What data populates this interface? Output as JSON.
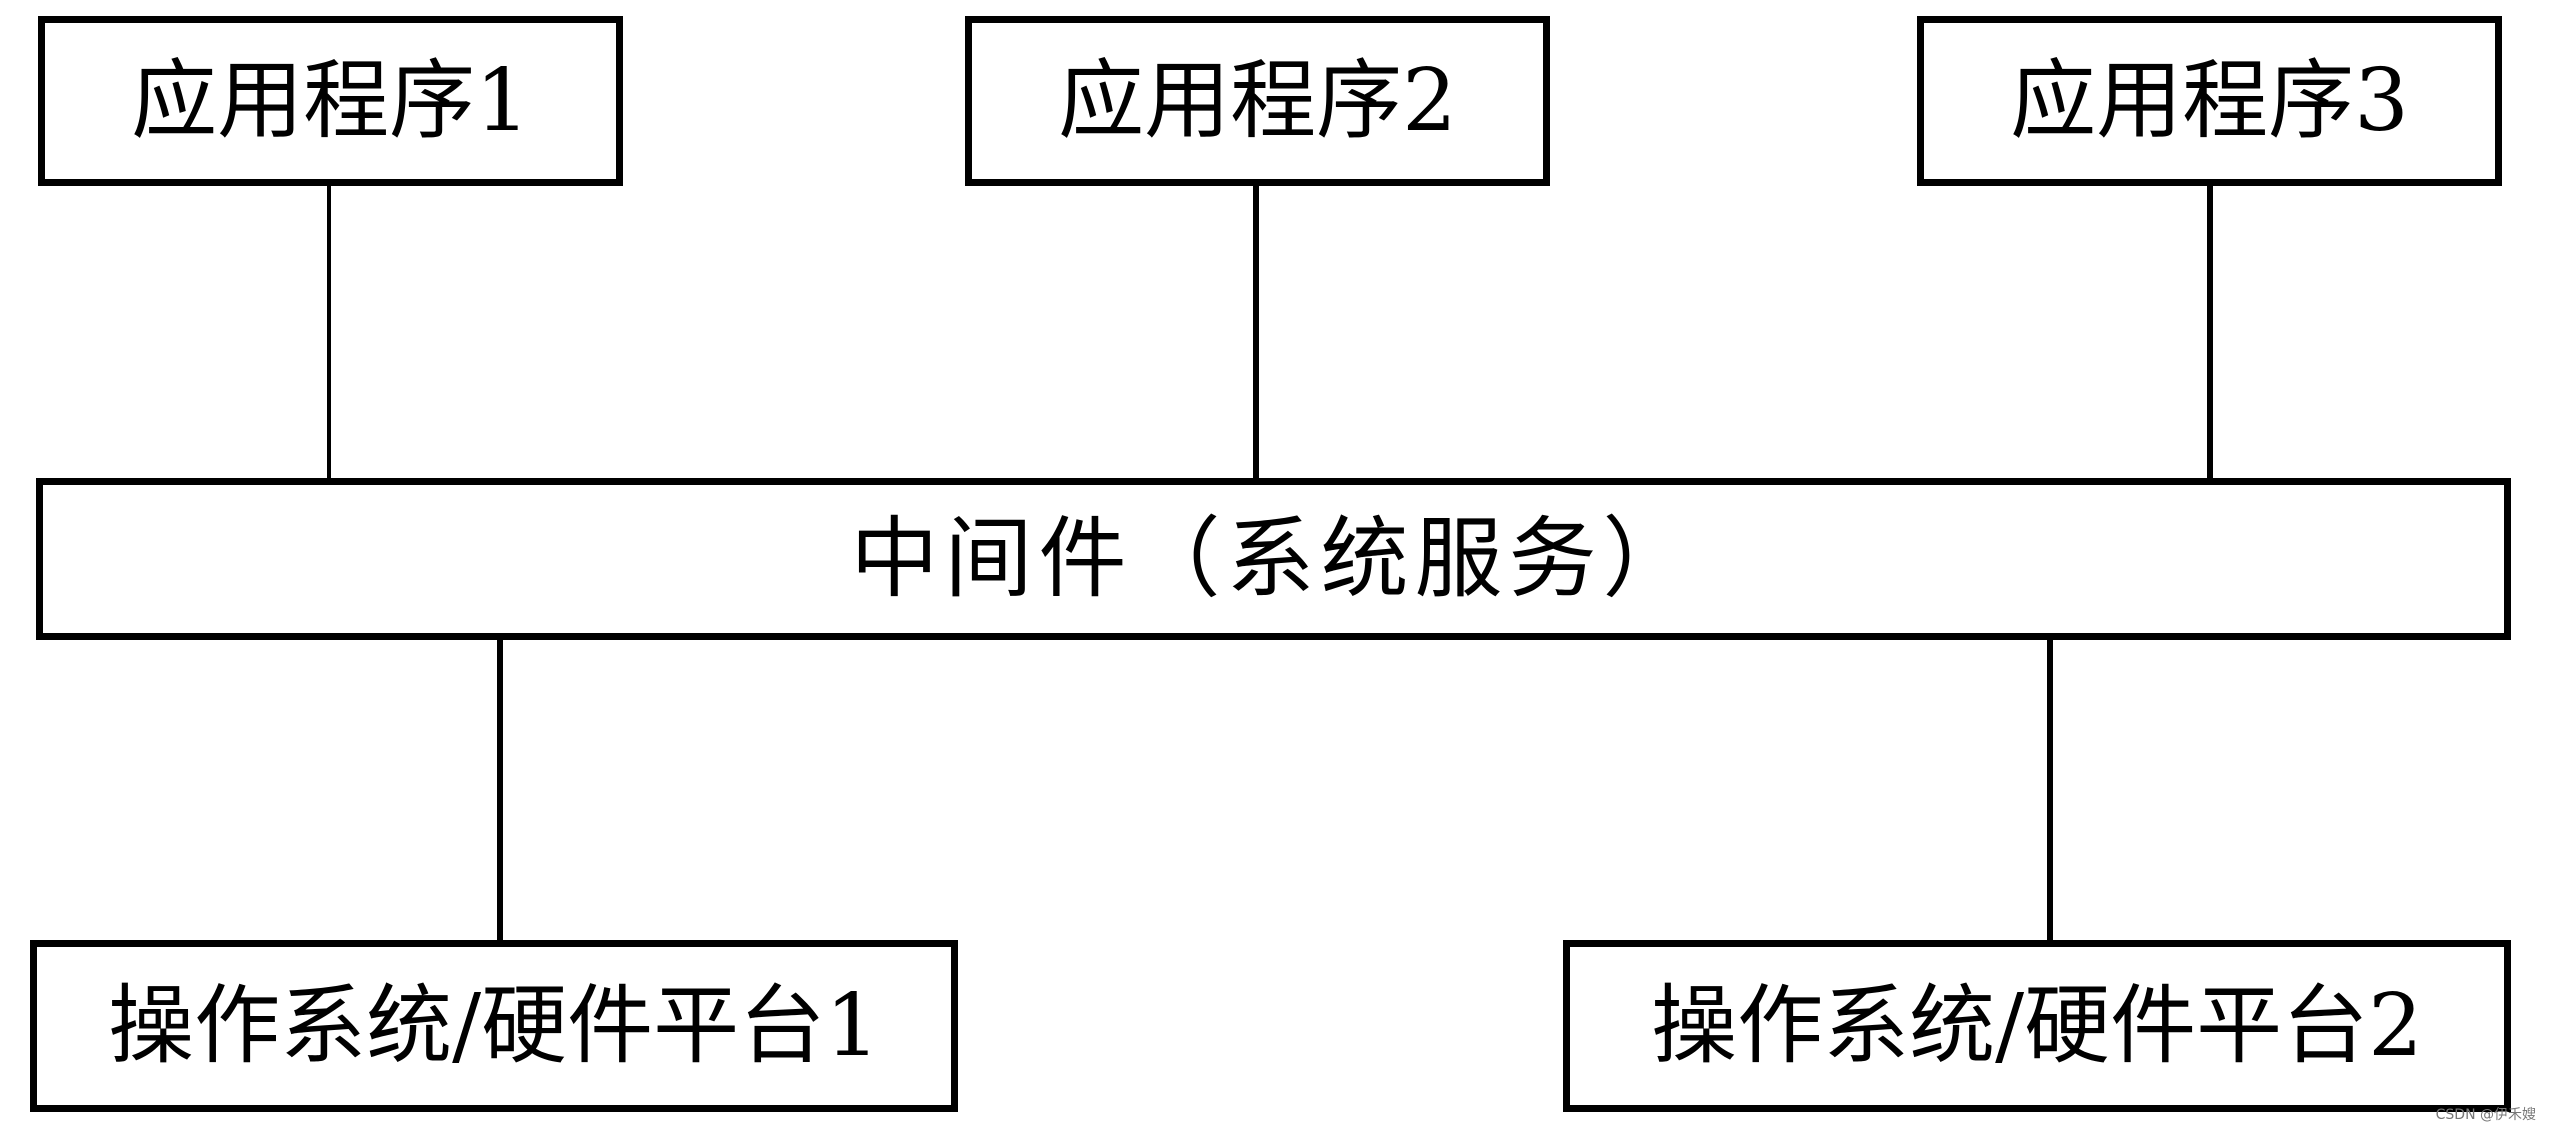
{
  "diagram": {
    "apps": [
      {
        "label": "应用程序1"
      },
      {
        "label": "应用程序2"
      },
      {
        "label": "应用程序3"
      }
    ],
    "middleware": {
      "label": "中间件（系统服务）"
    },
    "platforms": [
      {
        "label": "操作系统/硬件平台1"
      },
      {
        "label": "操作系统/硬件平台2"
      }
    ]
  },
  "watermark": "CSDN @伊禾嫂"
}
